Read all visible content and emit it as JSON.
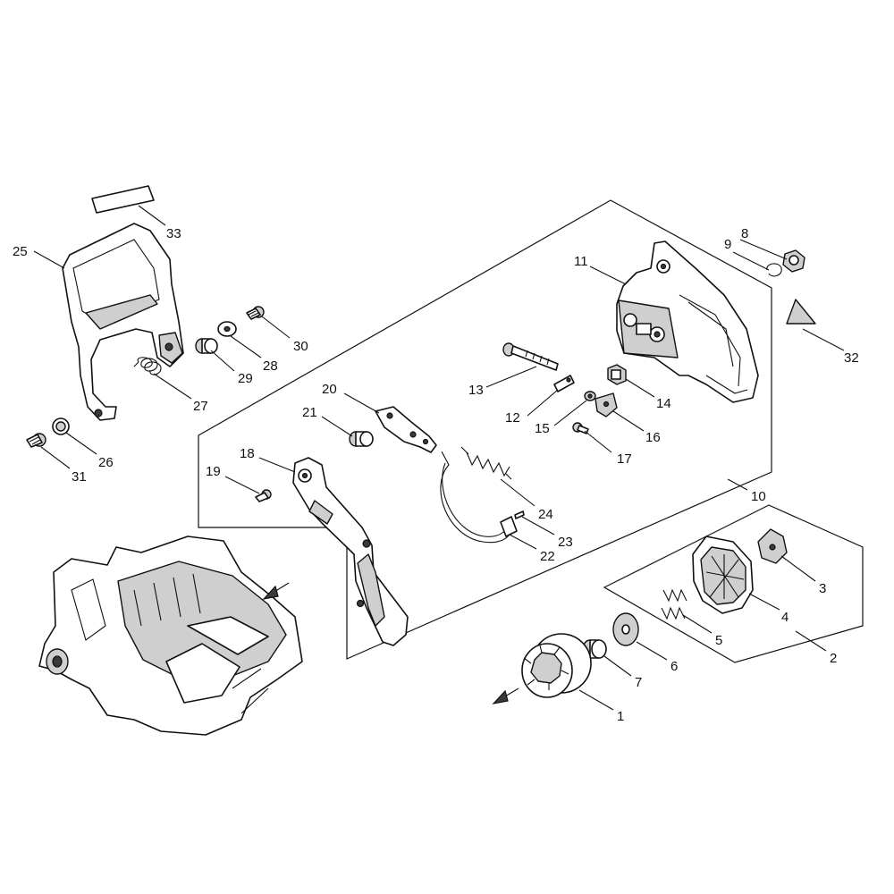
{
  "diagram": {
    "callouts": [
      {
        "id": "1",
        "label": "1"
      },
      {
        "id": "2",
        "label": "2"
      },
      {
        "id": "3",
        "label": "3"
      },
      {
        "id": "4",
        "label": "4"
      },
      {
        "id": "5",
        "label": "5"
      },
      {
        "id": "6",
        "label": "6"
      },
      {
        "id": "7",
        "label": "7"
      },
      {
        "id": "8",
        "label": "8"
      },
      {
        "id": "9",
        "label": "9"
      },
      {
        "id": "10",
        "label": "10"
      },
      {
        "id": "11",
        "label": "11"
      },
      {
        "id": "12",
        "label": "12"
      },
      {
        "id": "13",
        "label": "13"
      },
      {
        "id": "14",
        "label": "14"
      },
      {
        "id": "15",
        "label": "15"
      },
      {
        "id": "16",
        "label": "16"
      },
      {
        "id": "17",
        "label": "17"
      },
      {
        "id": "18",
        "label": "18"
      },
      {
        "id": "19",
        "label": "19"
      },
      {
        "id": "20",
        "label": "20"
      },
      {
        "id": "21",
        "label": "21"
      },
      {
        "id": "22",
        "label": "22"
      },
      {
        "id": "23",
        "label": "23"
      },
      {
        "id": "24",
        "label": "24"
      },
      {
        "id": "25",
        "label": "25"
      },
      {
        "id": "26",
        "label": "26"
      },
      {
        "id": "27",
        "label": "27"
      },
      {
        "id": "28",
        "label": "28"
      },
      {
        "id": "29",
        "label": "29"
      },
      {
        "id": "30",
        "label": "30"
      },
      {
        "id": "31",
        "label": "31"
      },
      {
        "id": "32",
        "label": "32"
      },
      {
        "id": "33",
        "label": "33"
      }
    ],
    "colors": {
      "line": "#111111",
      "fill_light": "#cfcfcf",
      "fill_dark": "#3a3a3a",
      "background": "#ffffff"
    }
  }
}
